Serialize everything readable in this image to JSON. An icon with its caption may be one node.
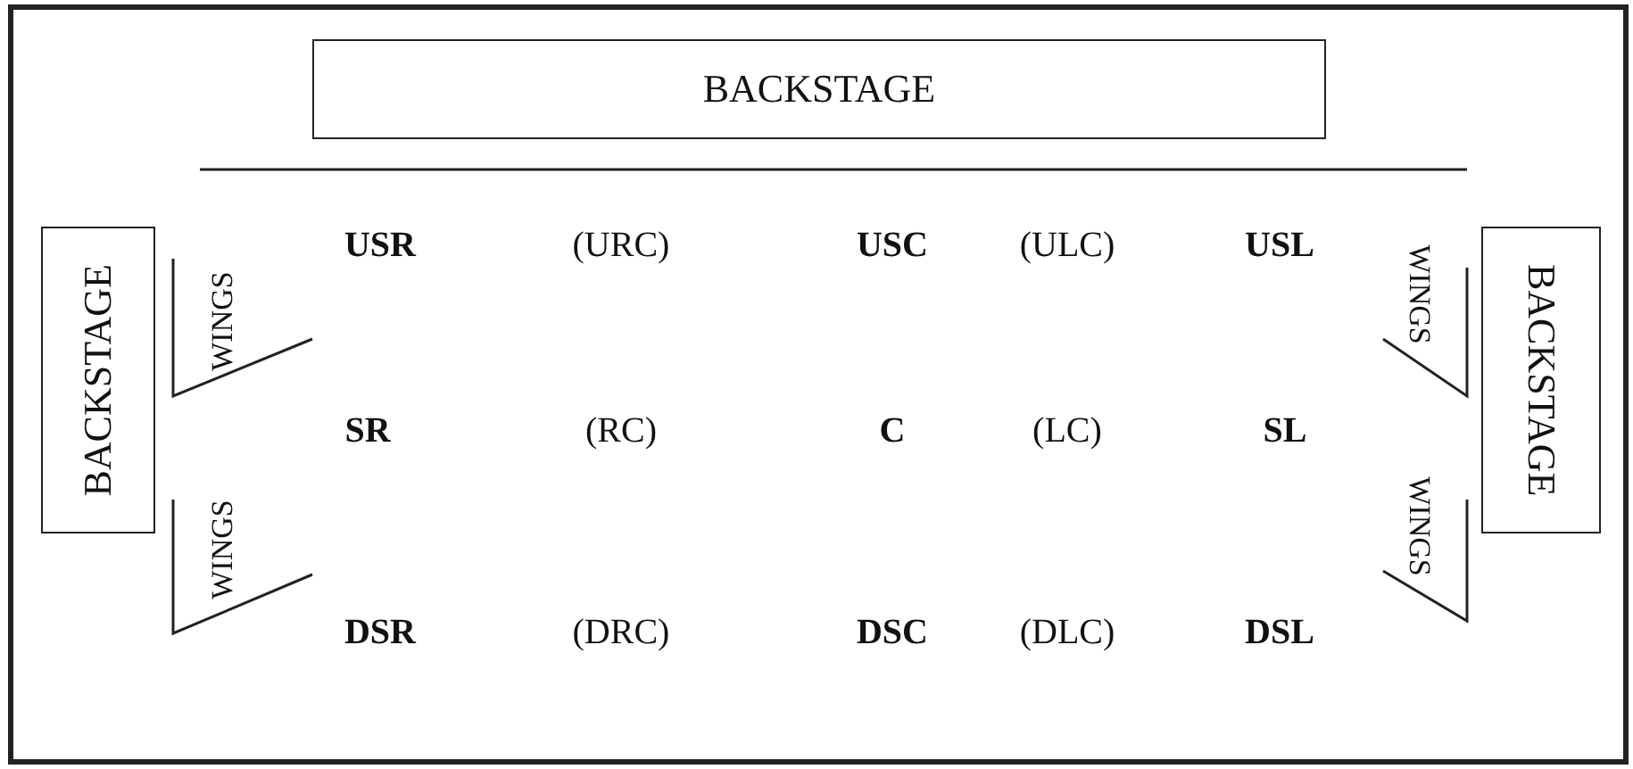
{
  "diagram": {
    "nodes": [
      {
        "text": [
          "BACKSTAGE"
        ]
      },
      {
        "text": [
          "BACKSTAGE"
        ]
      },
      {
        "text": [
          "BACKSTAGE"
        ]
      }
    ],
    "edges": [],
    "labels": [
      "WINGS",
      "USR",
      "(URC)",
      "USC",
      "(ULC)",
      "USL",
      "WINGS",
      "SR",
      "(RC)",
      "C",
      "(LC)",
      "SL",
      "WINGS",
      "WINGS",
      "DSR",
      "(DRC)",
      "DSC",
      "(DLC)",
      "DSL"
    ]
  }
}
